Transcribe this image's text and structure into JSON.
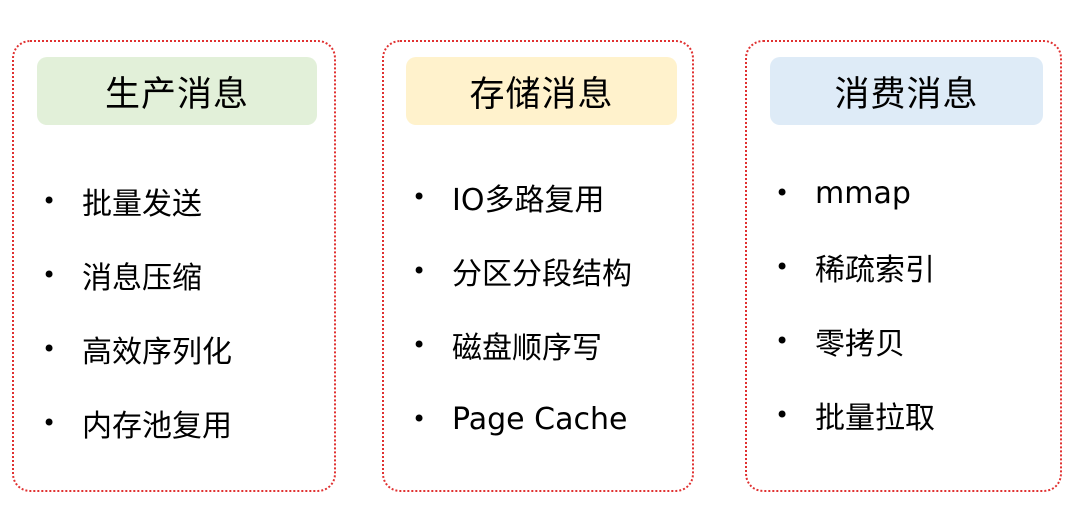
{
  "panels": [
    {
      "title": "生产消息",
      "items": [
        "批量发送",
        "消息压缩",
        "高效序列化",
        "内存池复用"
      ]
    },
    {
      "title": "存储消息",
      "items": [
        "IO多路复用",
        "分区分段结构",
        "磁盘顺序写",
        "Page Cache"
      ]
    },
    {
      "title": "消费消息",
      "items": [
        "mmap",
        "稀疏索引",
        "零拷贝",
        "批量拉取"
      ]
    }
  ],
  "colors": {
    "border": "#e03131",
    "header_produce": "#e2f0d9",
    "header_store": "#fff2cc",
    "header_consume": "#deebf7"
  }
}
